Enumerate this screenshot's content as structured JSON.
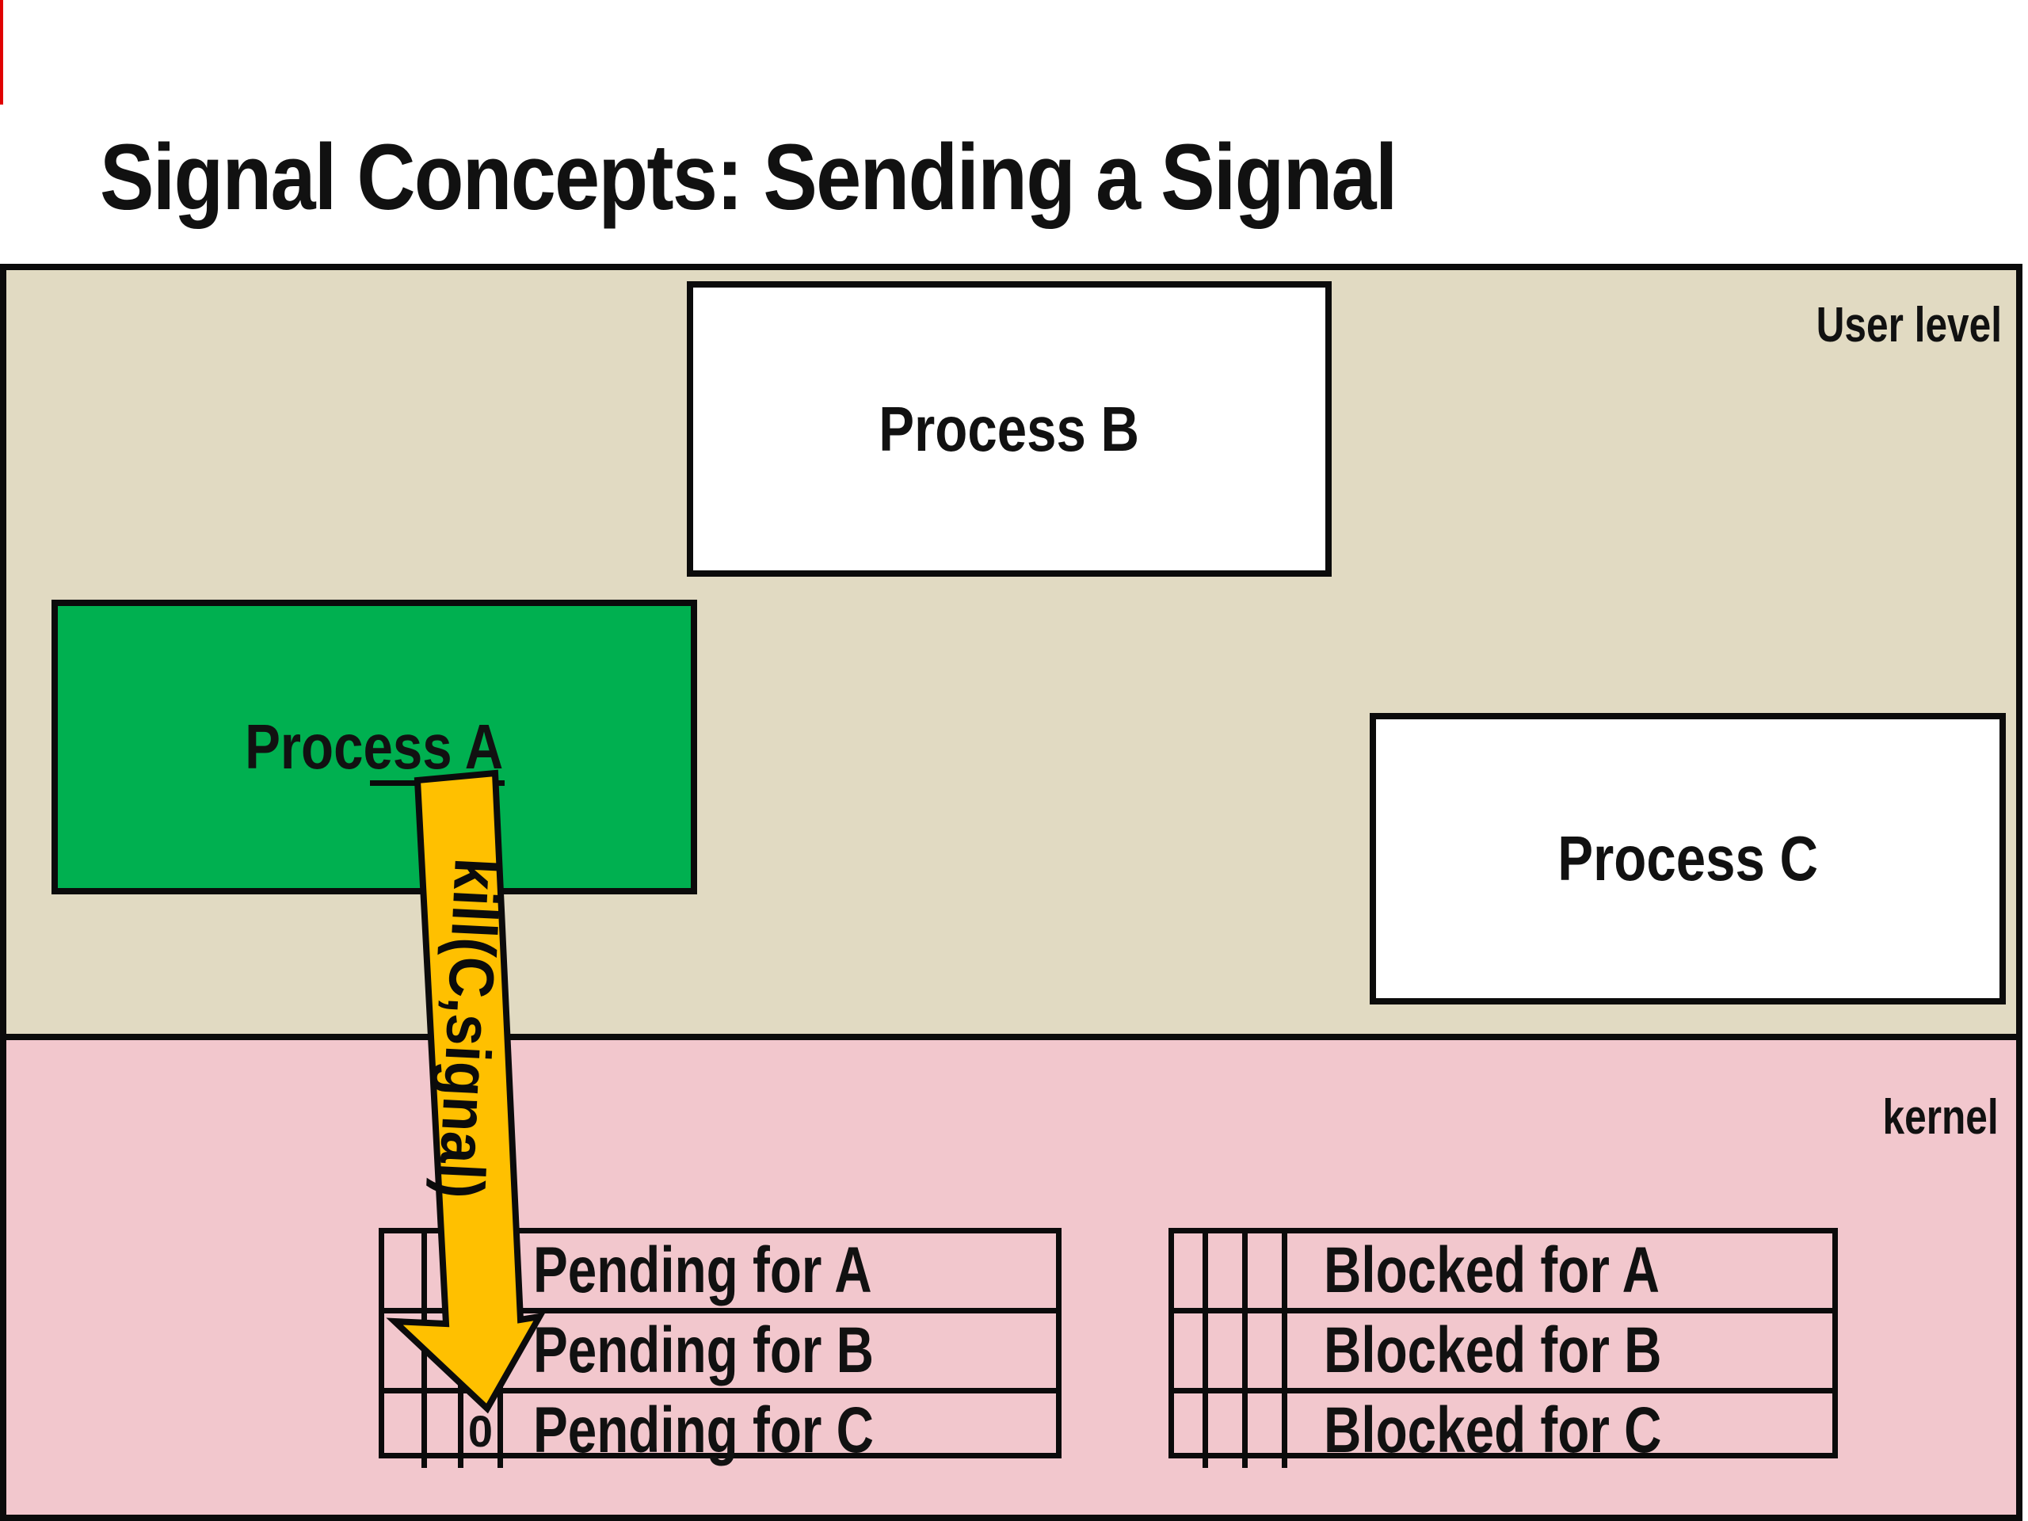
{
  "title": "Signal Concepts: Sending a Signal",
  "regions": {
    "user_level_label": "User level",
    "kernel_label": "kernel"
  },
  "processes": {
    "a": {
      "label": "Process A"
    },
    "b": {
      "label": "Process B"
    },
    "c": {
      "label": "Process C"
    }
  },
  "arrow": {
    "label": "kill(C,signal)"
  },
  "pending_table": {
    "rows": [
      {
        "label": "Pending for A",
        "slots": [
          "",
          "",
          ""
        ]
      },
      {
        "label": "Pending for B",
        "slots": [
          "",
          "",
          ""
        ]
      },
      {
        "label": "Pending for C",
        "slots": [
          "",
          "",
          "0"
        ]
      }
    ]
  },
  "blocked_table": {
    "rows": [
      {
        "label": "Blocked for A",
        "slots": [
          "",
          "",
          ""
        ]
      },
      {
        "label": "Blocked for B",
        "slots": [
          "",
          "",
          ""
        ]
      },
      {
        "label": "Blocked for C",
        "slots": [
          "",
          "",
          ""
        ]
      }
    ]
  },
  "colors": {
    "user_level_bg": "#E1DAC2",
    "kernel_bg": "#F2C7CD",
    "process_a_bg": "#00B050",
    "process_box_bg": "#FFFFFF",
    "arrow_fill": "#FFC000",
    "line": "#0B0B0B"
  }
}
